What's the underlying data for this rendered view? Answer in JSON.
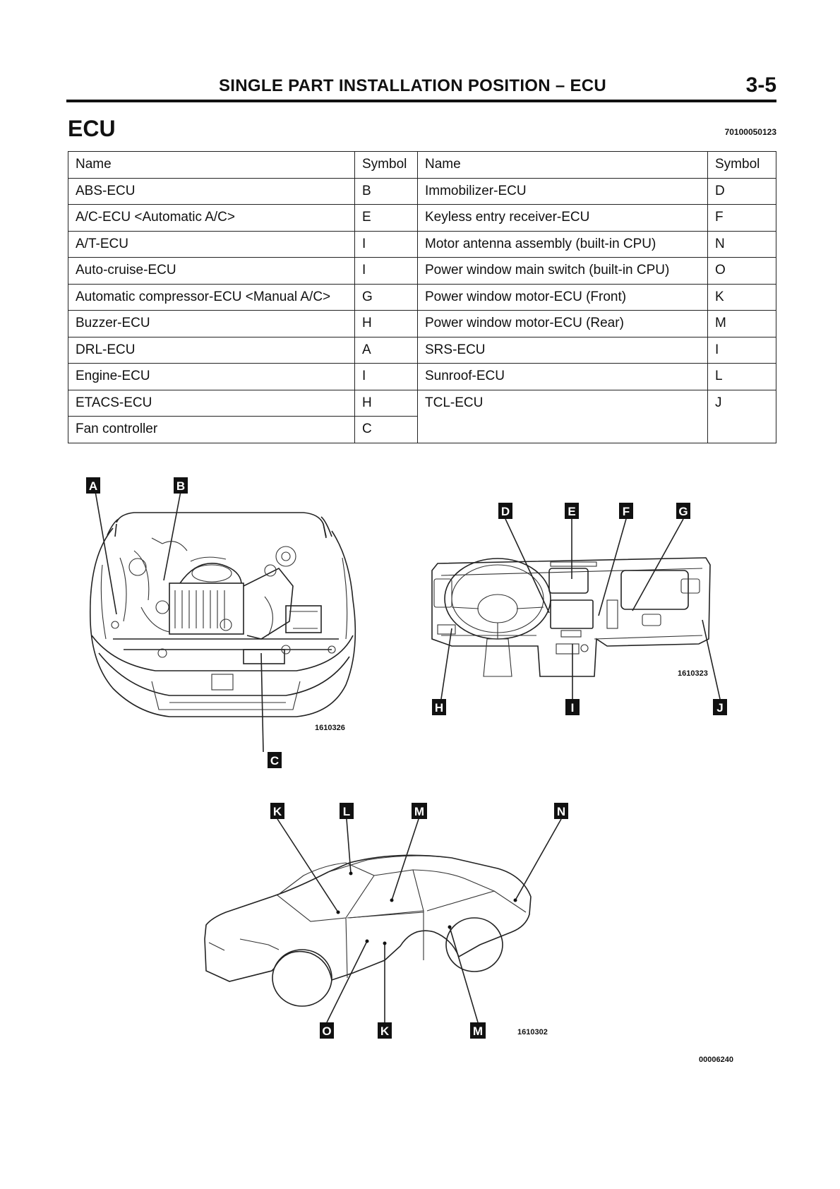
{
  "header": {
    "title": "SINGLE PART INSTALLATION POSITION – ECU",
    "page": "3-5"
  },
  "section": {
    "title": "ECU",
    "code": "70100050123"
  },
  "table": {
    "headers": [
      "Name",
      "Symbol",
      "Name",
      "Symbol"
    ],
    "rows": [
      [
        "ABS-ECU",
        "B",
        "Immobilizer-ECU",
        "D"
      ],
      [
        "A/C-ECU <Automatic A/C>",
        "E",
        "Keyless entry receiver-ECU",
        "F"
      ],
      [
        "A/T-ECU",
        "I",
        "Motor antenna assembly (built-in CPU)",
        "N"
      ],
      [
        "Auto-cruise-ECU",
        "I",
        "Power window main switch (built-in CPU)",
        "O"
      ],
      [
        "Automatic compressor-ECU <Manual A/C>",
        "G",
        "Power window motor-ECU (Front)",
        "K"
      ],
      [
        "Buzzer-ECU",
        "H",
        "Power window motor-ECU (Rear)",
        "M"
      ],
      [
        "DRL-ECU",
        "A",
        "SRS-ECU",
        "I"
      ],
      [
        "Engine-ECU",
        "I",
        "Sunroof-ECU",
        "L"
      ],
      [
        "ETACS-ECU",
        "H",
        "TCL-ECU",
        "J"
      ],
      [
        "Fan controller",
        "C",
        "",
        ""
      ]
    ]
  },
  "figures": {
    "engine": {
      "code": "1610326",
      "labels": [
        "A",
        "B",
        "C"
      ]
    },
    "dashboard": {
      "code": "1610323",
      "labels": [
        "D",
        "E",
        "F",
        "G",
        "H",
        "I",
        "J"
      ]
    },
    "car": {
      "code": "1610302",
      "labels": [
        "K",
        "L",
        "M",
        "N",
        "O",
        "K",
        "M"
      ]
    }
  },
  "footer": {
    "code": "00006240"
  }
}
